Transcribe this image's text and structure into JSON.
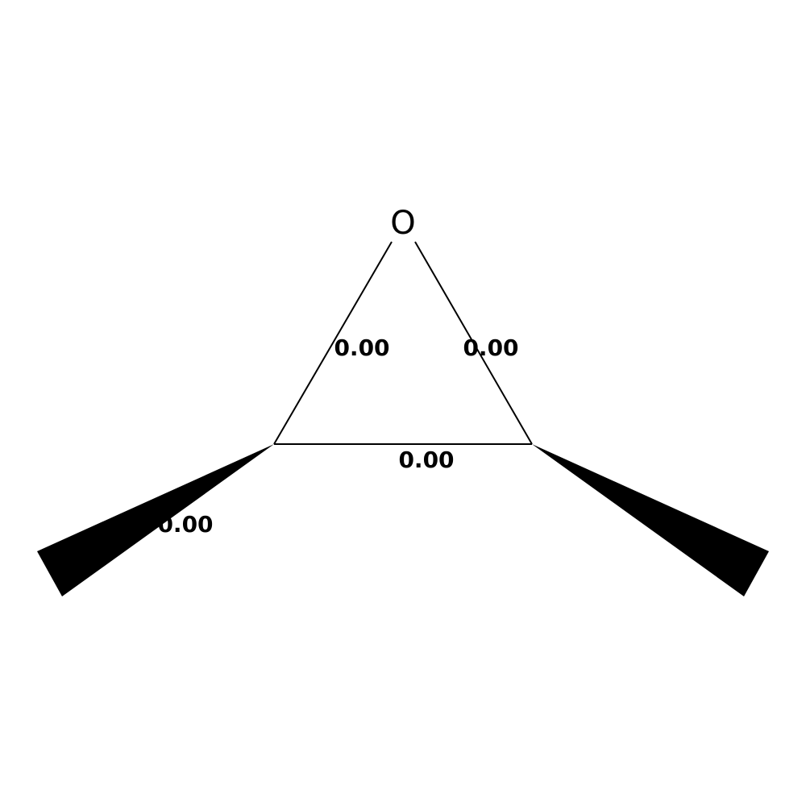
{
  "molecule": {
    "atoms": [
      {
        "id": "O1",
        "label": "O"
      }
    ],
    "bond_labels": {
      "o_left": "0.00",
      "o_right": "0.00",
      "ring_bottom": "0.00",
      "wedge_left": "0.00"
    },
    "colors": {
      "bond": "#000000",
      "background": "#ffffff"
    }
  }
}
